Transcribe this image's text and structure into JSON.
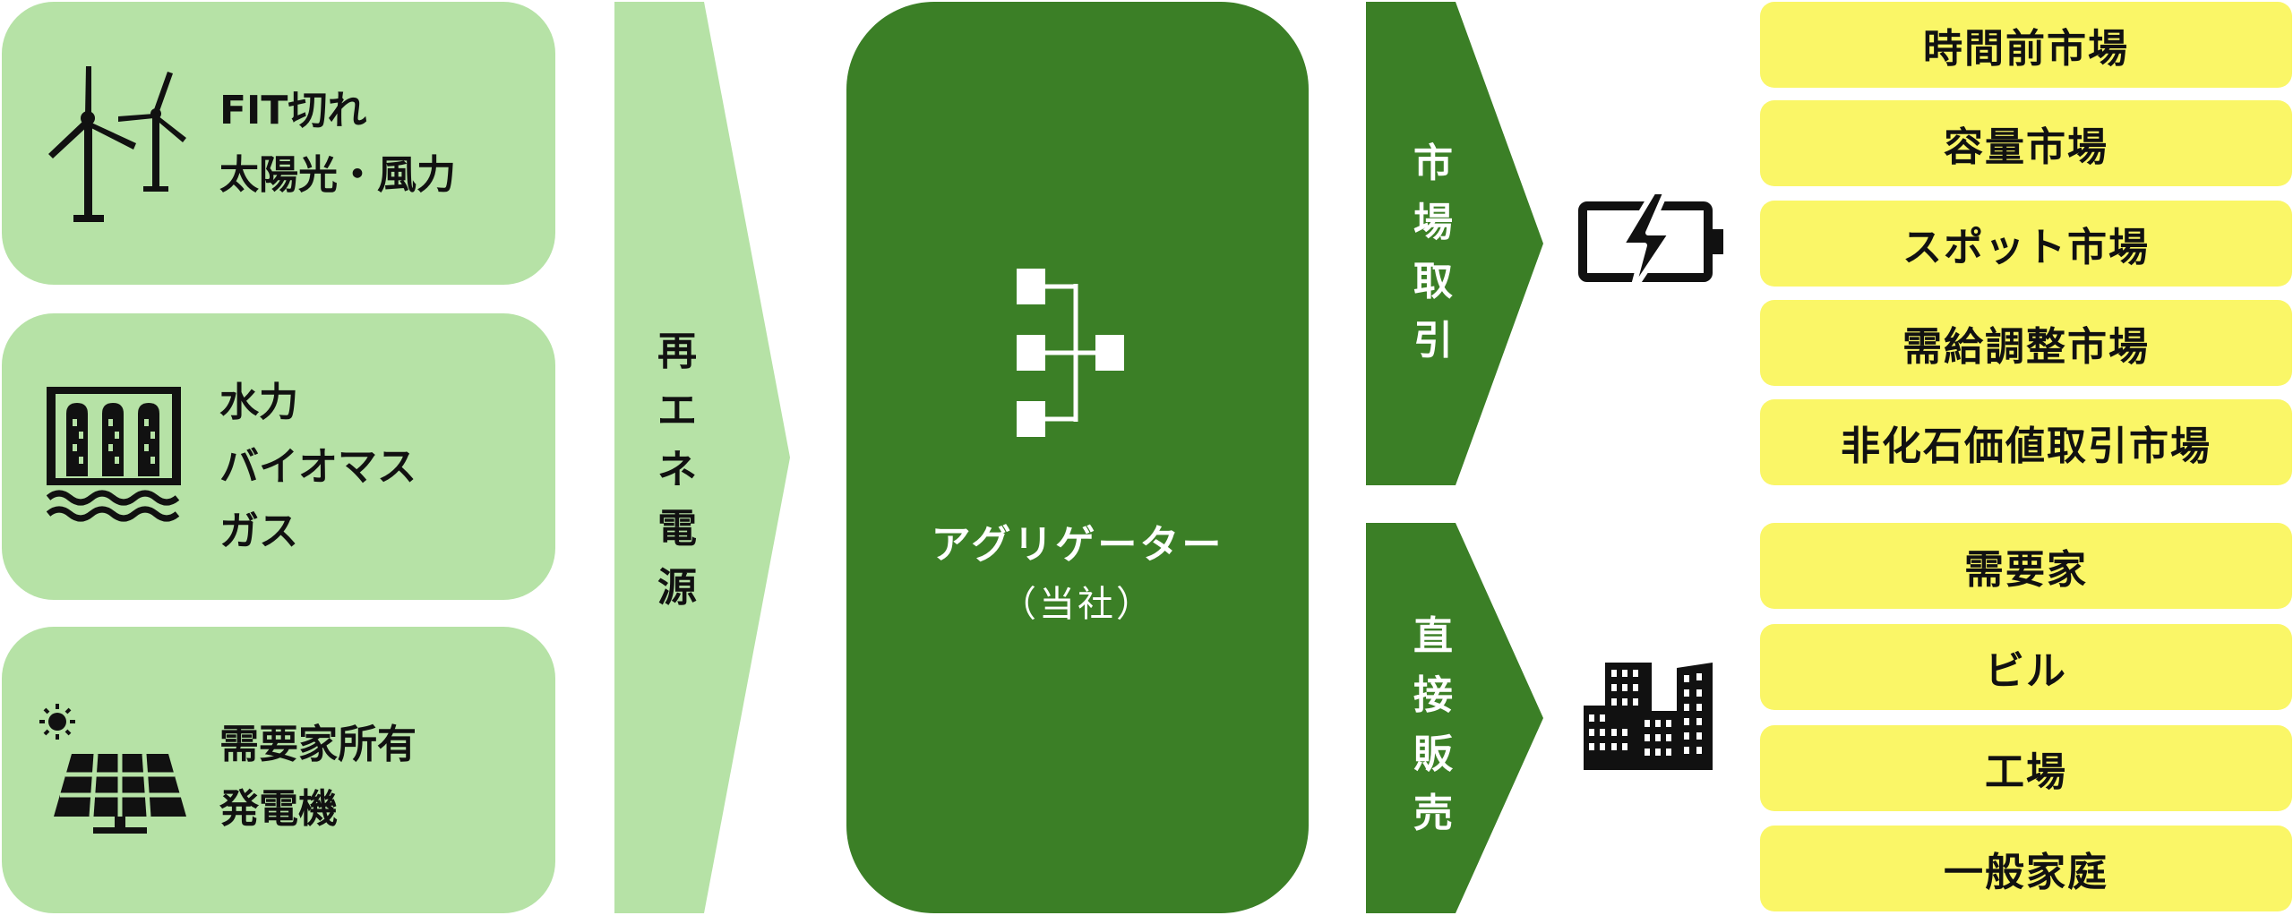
{
  "sources": [
    {
      "label": "FIT切れ\n太陽光・風力",
      "icon": "wind-turbine-icon"
    },
    {
      "label": "水力\nバイオマス\nガス",
      "icon": "dam-icon"
    },
    {
      "label": "需要家所有\n発電機",
      "icon": "solar-panel-icon"
    }
  ],
  "renewable_arrow": {
    "label": [
      "再",
      "エ",
      "ネ",
      "電",
      "源"
    ]
  },
  "aggregator": {
    "title": "アグリゲーター",
    "subtitle": "（当社）",
    "icon": "hierarchy-icon"
  },
  "market_arrow": {
    "label": [
      "市",
      "場",
      "取",
      "引"
    ],
    "icon": "battery-charging-icon"
  },
  "direct_arrow": {
    "label": [
      "直",
      "接",
      "販",
      "売"
    ],
    "icon": "buildings-icon"
  },
  "markets": [
    "時間前市場",
    "容量市場",
    "スポット市場",
    "需給調整市場",
    "非化石価値取引市場"
  ],
  "customers": [
    "需要家",
    "ビル",
    "工場",
    "一般家庭"
  ],
  "colors": {
    "light_green": "#b6e2a6",
    "dark_green": "#3b7f26",
    "yellow": "#faf667",
    "text_dark": "#111111",
    "text_light": "#ffffff"
  }
}
